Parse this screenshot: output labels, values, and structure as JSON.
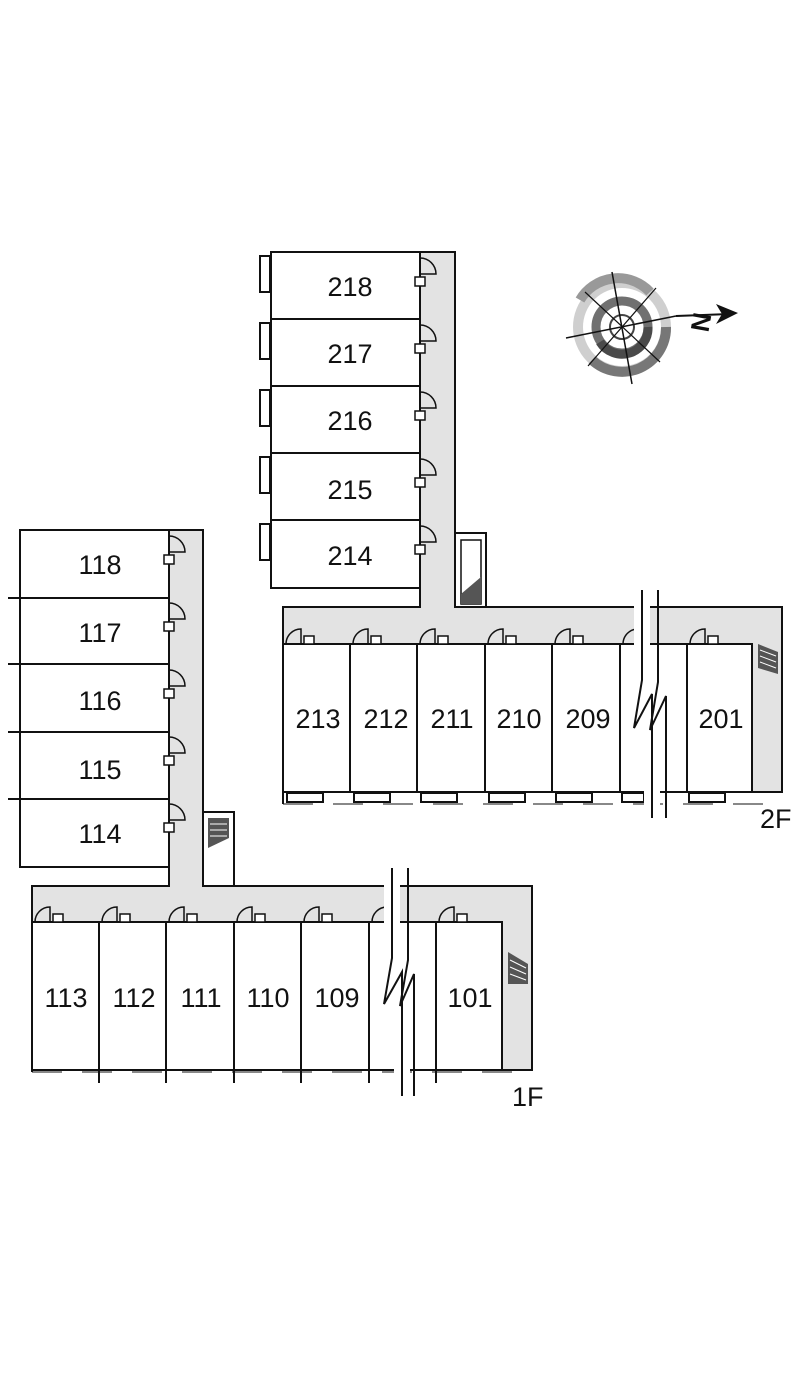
{
  "floors": [
    {
      "id": "2F",
      "label": "2F",
      "wing_units": [
        "218",
        "217",
        "216",
        "215",
        "214"
      ],
      "row_units": [
        "213",
        "212",
        "211",
        "210",
        "209",
        "201"
      ]
    },
    {
      "id": "1F",
      "label": "1F",
      "wing_units": [
        "118",
        "117",
        "116",
        "115",
        "114"
      ],
      "row_units": [
        "113",
        "112",
        "111",
        "110",
        "109",
        "101"
      ]
    }
  ],
  "compass": {
    "label": "N",
    "icon": "compass-rose-icon"
  },
  "colors": {
    "corridor": "#e3e3e3",
    "line": "#111111",
    "stair": "#555555",
    "compass_ring": "#808080"
  }
}
